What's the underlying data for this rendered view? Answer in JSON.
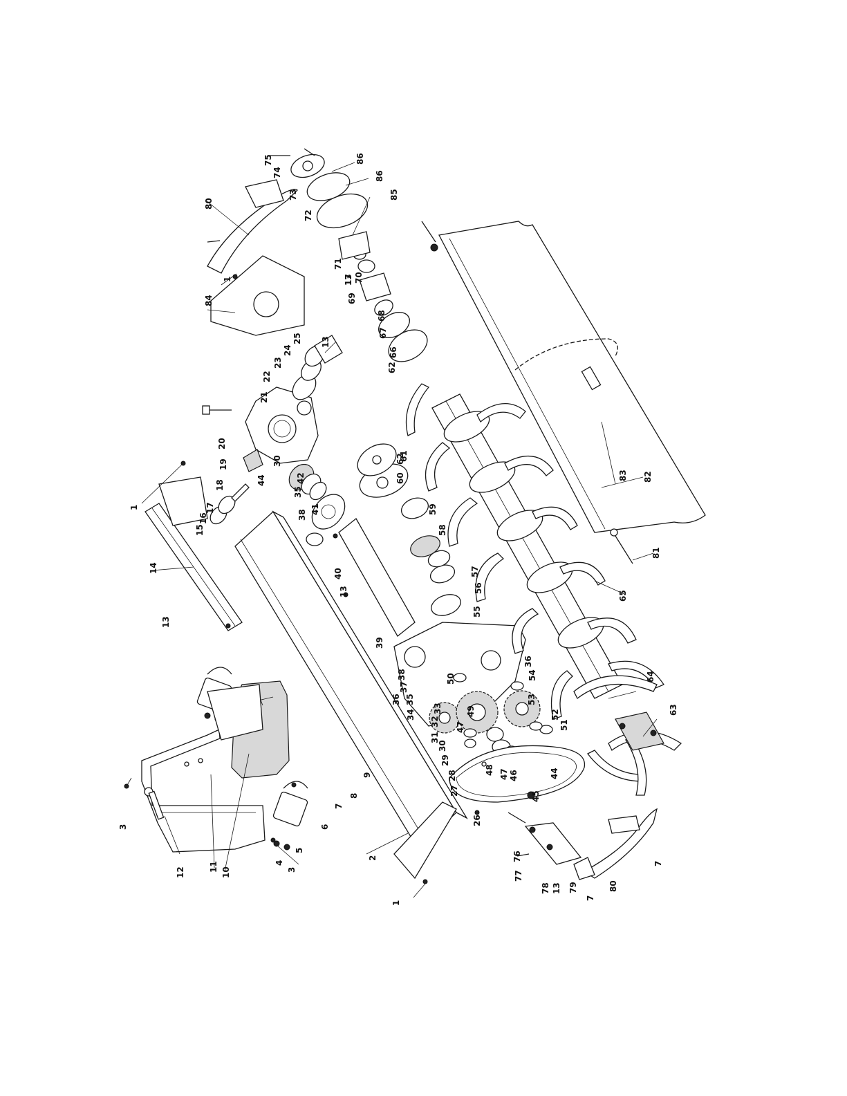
{
  "diagram": {
    "labels": [
      "1",
      "2",
      "3",
      "3",
      "4",
      "5",
      "6",
      "7",
      "8",
      "9",
      "10",
      "11",
      "12",
      "13",
      "13",
      "13",
      "13",
      "13",
      "14",
      "15",
      "16",
      "17",
      "17",
      "18",
      "19",
      "20",
      "21",
      "22",
      "23",
      "24",
      "25",
      "26",
      "27",
      "28",
      "29",
      "30",
      "30",
      "31",
      "32",
      "33",
      "34",
      "35",
      "35",
      "36",
      "36",
      "37",
      "38",
      "38",
      "39",
      "40",
      "41",
      "42",
      "44",
      "44",
      "45",
      "46",
      "47",
      "47",
      "48",
      "49",
      "50",
      "51",
      "52",
      "53",
      "54",
      "55",
      "56",
      "57",
      "58",
      "59",
      "60",
      "61",
      "62",
      "62",
      "63",
      "64",
      "65",
      "66",
      "67",
      "68",
      "69",
      "70",
      "71",
      "72",
      "73",
      "74",
      "75",
      "76",
      "77",
      "78",
      "79",
      "80",
      "80",
      "81",
      "82",
      "83",
      "84",
      "85",
      "86",
      "86",
      "7",
      "7",
      "1",
      "1"
    ]
  }
}
